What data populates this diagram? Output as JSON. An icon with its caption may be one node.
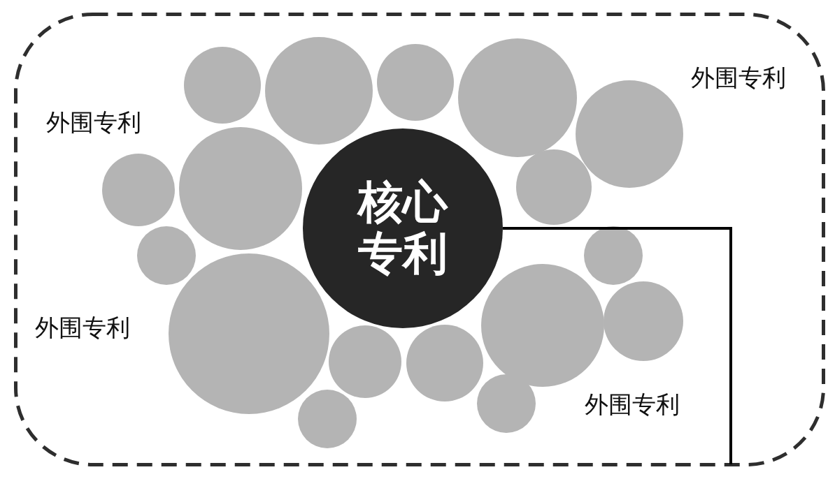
{
  "diagram": {
    "nodes": [
      {
        "text": [],
        "shape": "box"
      },
      {
        "text": [
          "核心专利"
        ],
        "in": 0
      },
      {
        "text": [],
        "shape": "circle",
        "in": 0
      },
      {
        "text": [],
        "shape": "circle",
        "in": 0
      },
      {
        "text": [],
        "shape": "circle",
        "in": 0
      },
      {
        "text": [],
        "shape": "circle",
        "in": 0
      },
      {
        "text": [],
        "shape": "circle",
        "in": 0
      },
      {
        "text": [],
        "shape": "circle",
        "in": 0
      },
      {
        "text": [],
        "shape": "circle",
        "in": 0
      },
      {
        "text": [],
        "shape": "circle",
        "in": 0
      },
      {
        "text": [],
        "shape": "circle",
        "in": 0
      },
      {
        "text": [],
        "shape": "circle",
        "in": 0
      },
      {
        "text": [],
        "shape": "circle",
        "in": 0
      },
      {
        "text": [],
        "shape": "circle",
        "in": 0
      },
      {
        "text": [],
        "shape": "circle",
        "in": 0
      },
      {
        "text": [],
        "shape": "circle",
        "in": 0
      },
      {
        "text": [],
        "shape": "circle",
        "in": 0
      },
      {
        "text": [],
        "shape": "circle",
        "in": 0
      },
      {
        "text": [],
        "shape": "circle",
        "in": 0
      }
    ],
    "edges": [
      {
        "from": 1,
        "to": 0,
        "arrow": "none"
      }
    ],
    "labels": [
      "外围专利",
      "外围专利",
      "外围专利",
      "外围专利"
    ]
  }
}
